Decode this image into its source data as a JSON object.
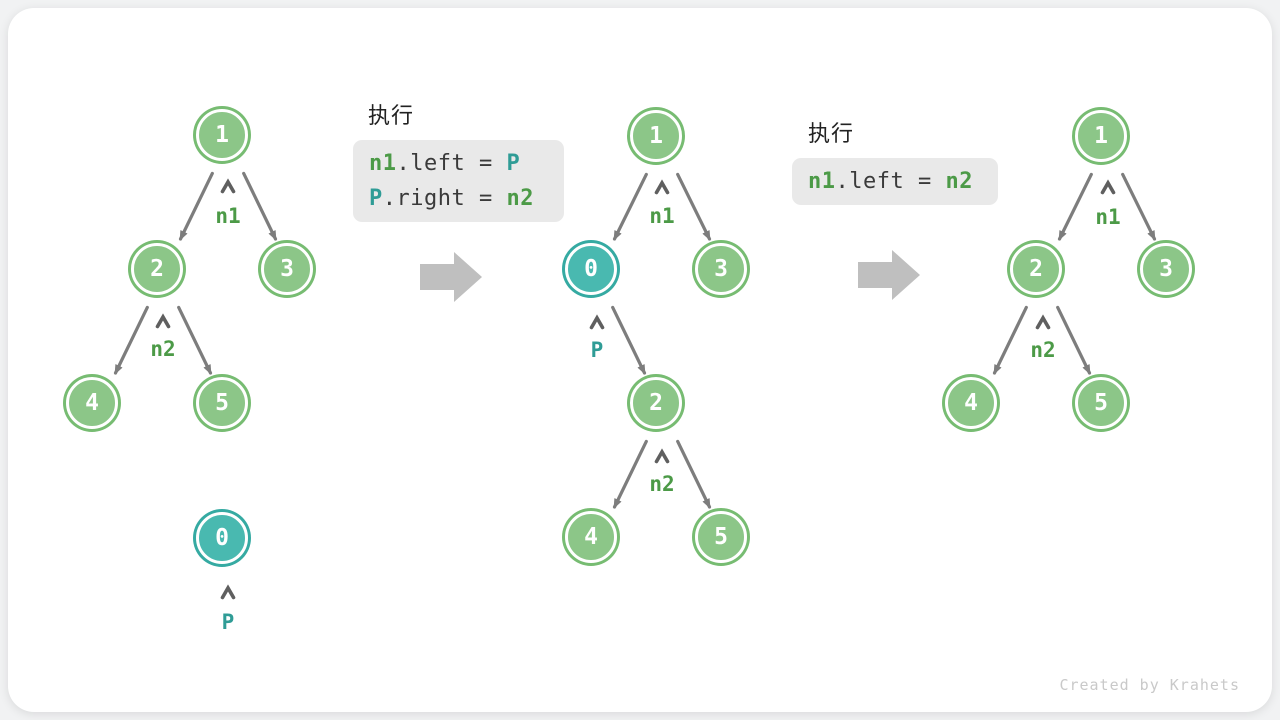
{
  "colors": {
    "node_green_fill": "#8cc688",
    "node_green_border": "#77bc72",
    "node_teal_fill": "#49b9b0",
    "node_teal_border": "#35aaa2",
    "pointer_green": "#4c9a47",
    "pointer_teal": "#2f9c96",
    "edge_gray": "#7d7d7d",
    "step_arrow_gray": "#bfbfbf",
    "code_box_bg": "#e9e9e9"
  },
  "trees": [
    {
      "nodes": [
        {
          "value": "1",
          "variant": "green"
        },
        {
          "value": "2",
          "variant": "green"
        },
        {
          "value": "3",
          "variant": "green"
        },
        {
          "value": "4",
          "variant": "green"
        },
        {
          "value": "5",
          "variant": "green"
        },
        {
          "value": "0",
          "variant": "teal"
        }
      ],
      "edges": [
        "1→2",
        "1→3",
        "2→4",
        "2→5"
      ],
      "pointers": [
        {
          "label": "n1",
          "points_to": "1"
        },
        {
          "label": "n2",
          "points_to": "2"
        },
        {
          "label": "P",
          "points_to": "0"
        }
      ]
    },
    {
      "nodes": [
        {
          "value": "1",
          "variant": "green"
        },
        {
          "value": "0",
          "variant": "teal"
        },
        {
          "value": "3",
          "variant": "green"
        },
        {
          "value": "2",
          "variant": "green"
        },
        {
          "value": "4",
          "variant": "green"
        },
        {
          "value": "5",
          "variant": "green"
        }
      ],
      "edges": [
        "1→0",
        "1→3",
        "0→2",
        "2→4",
        "2→5"
      ],
      "pointers": [
        {
          "label": "n1",
          "points_to": "1"
        },
        {
          "label": "P",
          "points_to": "0"
        },
        {
          "label": "n2",
          "points_to": "2"
        }
      ]
    },
    {
      "nodes": [
        {
          "value": "1",
          "variant": "green"
        },
        {
          "value": "2",
          "variant": "green"
        },
        {
          "value": "3",
          "variant": "green"
        },
        {
          "value": "4",
          "variant": "green"
        },
        {
          "value": "5",
          "variant": "green"
        }
      ],
      "edges": [
        "1→2",
        "1→3",
        "2→4",
        "2→5"
      ],
      "pointers": [
        {
          "label": "n1",
          "points_to": "1"
        },
        {
          "label": "n2",
          "points_to": "2"
        }
      ]
    }
  ],
  "operations": [
    {
      "title": "执行",
      "lines": [
        [
          {
            "t": "n1",
            "c": "green"
          },
          {
            "t": ".left = ",
            "c": "plain"
          },
          {
            "t": "P",
            "c": "teal"
          }
        ],
        [
          {
            "t": "P",
            "c": "teal"
          },
          {
            "t": ".right = ",
            "c": "plain"
          },
          {
            "t": "n2",
            "c": "green"
          }
        ]
      ]
    },
    {
      "title": "执行",
      "lines": [
        [
          {
            "t": "n1",
            "c": "green"
          },
          {
            "t": ".left = ",
            "c": "plain"
          },
          {
            "t": "n2",
            "c": "green"
          }
        ]
      ]
    }
  ],
  "watermark": "Created by Krahets"
}
